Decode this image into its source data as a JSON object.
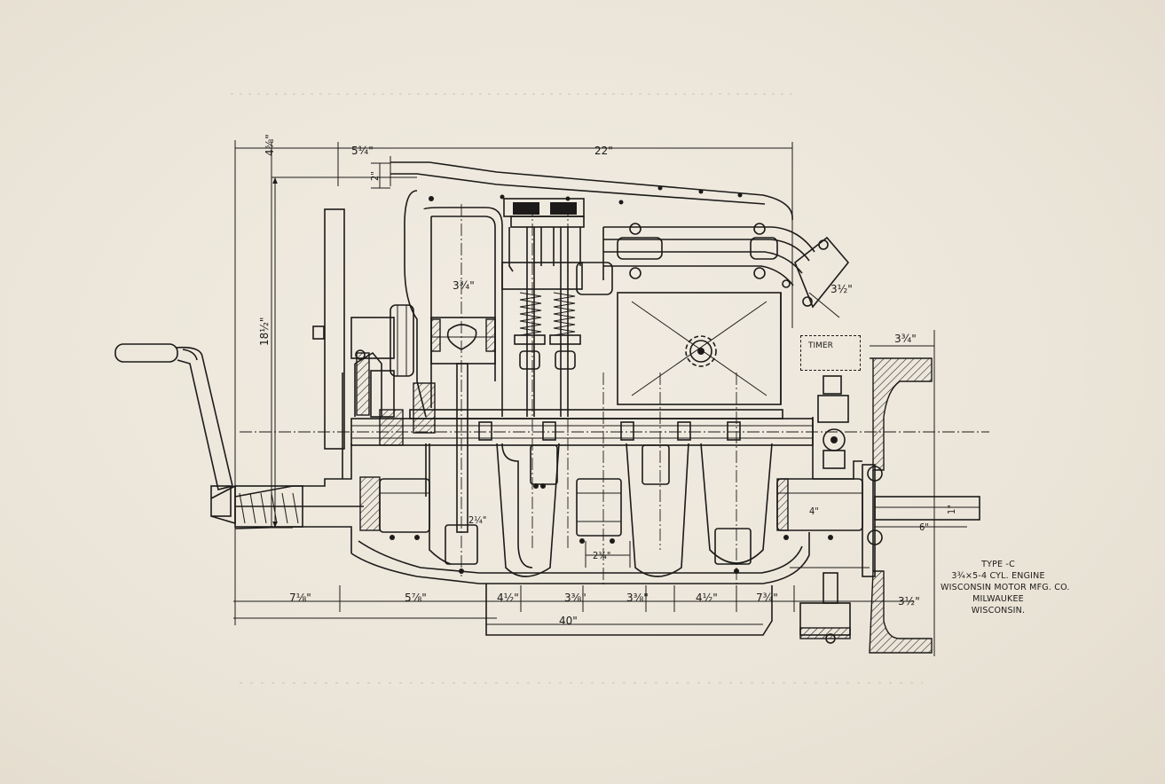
{
  "title_block": {
    "line1": "TYPE -C",
    "line2": "3¾×5-4 CYL. ENGINE",
    "line3": "WISCONSIN MOTOR MFG. CO.",
    "line4": "MILWAUKEE",
    "line5": "WISCONSIN."
  },
  "labels": {
    "timer": "TIMER"
  },
  "dimensions": {
    "top_left": "4⅝\"",
    "top_mid": "5¼\"",
    "top_overall": "22\"",
    "cover_rise": "2\"",
    "height": "18½\"",
    "bore": "3¾\"",
    "flywheel_width": "3¾\"",
    "crank_pin": "2¼\"",
    "pin_spacing": "2¾\"",
    "shaft_dia": "1\"",
    "shaft_length": "6\"",
    "bearing_len": "4\"",
    "outlet": "3½\"",
    "bot_1": "7⅛\"",
    "bot_2": "5⅞\"",
    "bot_3": "4½\"",
    "bot_4": "3⅜\"",
    "bot_5": "3⅜\"",
    "bot_6": "4½\"",
    "bot_7": "7¾\"",
    "bot_8": "3½\"",
    "overall_length": "40\""
  },
  "colors": {
    "paper": "#ece6da",
    "ink": "#1c1b19"
  }
}
